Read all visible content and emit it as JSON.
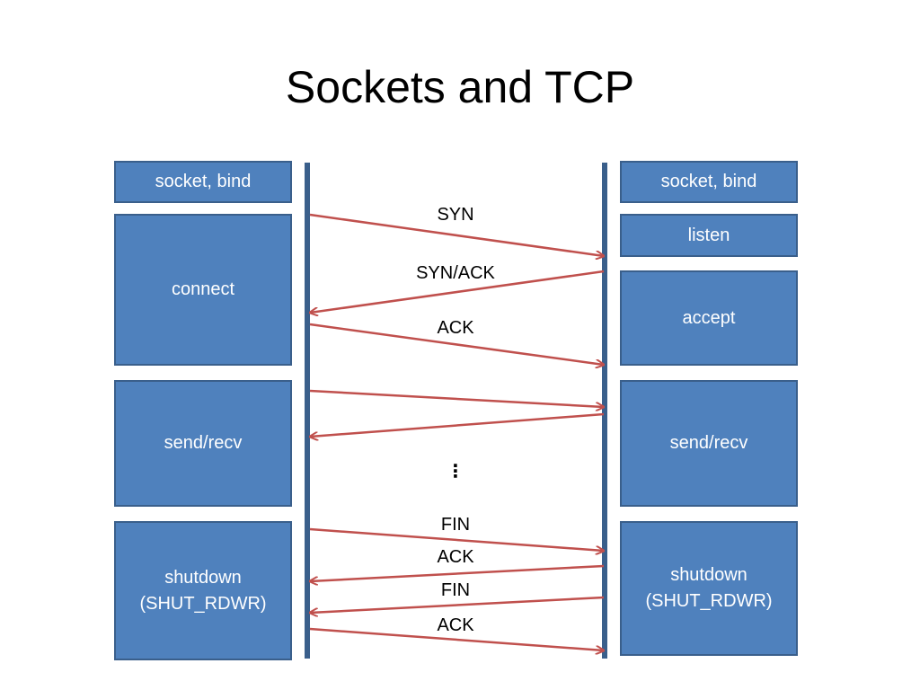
{
  "title": "Sockets and TCP",
  "colors": {
    "box_fill": "#4f81bd",
    "box_border": "#3a5f8b",
    "arrow": "#c0504d",
    "timeline": "#3a5f8b"
  },
  "client": {
    "boxes": [
      {
        "line1": "socket, bind",
        "line2": ""
      },
      {
        "line1": "connect",
        "line2": ""
      },
      {
        "line1": "send/recv",
        "line2": ""
      },
      {
        "line1": "shutdown",
        "line2": "(SHUT_RDWR)"
      }
    ]
  },
  "server": {
    "boxes": [
      {
        "line1": "socket, bind",
        "line2": ""
      },
      {
        "line1": "listen",
        "line2": ""
      },
      {
        "line1": "accept",
        "line2": ""
      },
      {
        "line1": "send/recv",
        "line2": ""
      },
      {
        "line1": "shutdown",
        "line2": "(SHUT_RDWR)"
      }
    ]
  },
  "messages": {
    "syn": "SYN",
    "syn_ack": "SYN/ACK",
    "ack1": "ACK",
    "ellipsis": "⋮",
    "fin1": "FIN",
    "ack2": "ACK",
    "fin2": "FIN",
    "ack3": "ACK"
  }
}
